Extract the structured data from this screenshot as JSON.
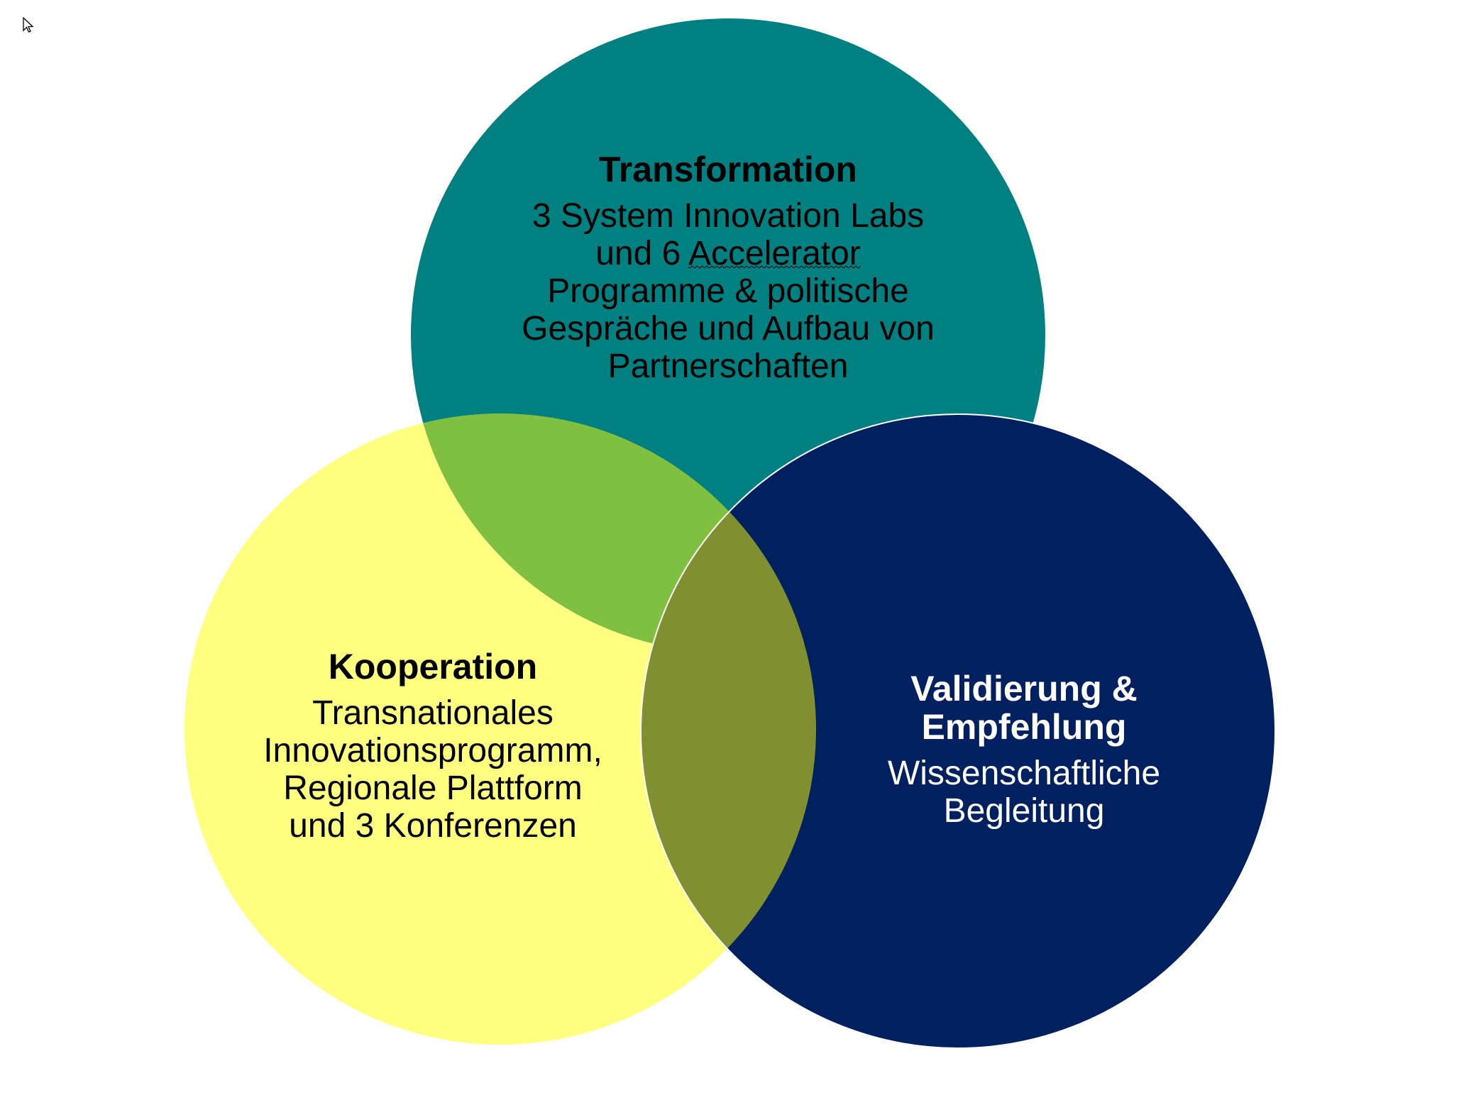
{
  "colors": {
    "transformation": "#008080",
    "kooperation": "#FFFF80",
    "validierung": "#002060",
    "overlap_transformation_kooperation": "#80C040",
    "overlap_kooperation_validierung": "#808F30",
    "stroke": "#ffffff"
  },
  "circles": {
    "transformation": {
      "title": "Transformation",
      "body": "3 System Innovation Labs\nund 6 Accelerator\nProgramme & politische\nGespräche und Aufbau von\nPartnerschaften",
      "text_color": "#000000"
    },
    "kooperation": {
      "title": "Kooperation",
      "body": "Transnationales\nInnovationsprogramm,\nRegionale Plattform\nund 3 Konferenzen",
      "text_color": "#000000"
    },
    "validierung": {
      "title": "Validierung &\nEmpfehlung",
      "body": "Wissenschaftliche\nBegleitung",
      "text_color": "#ffffff"
    }
  },
  "icons": {
    "cursor": "mouse-pointer-icon"
  }
}
